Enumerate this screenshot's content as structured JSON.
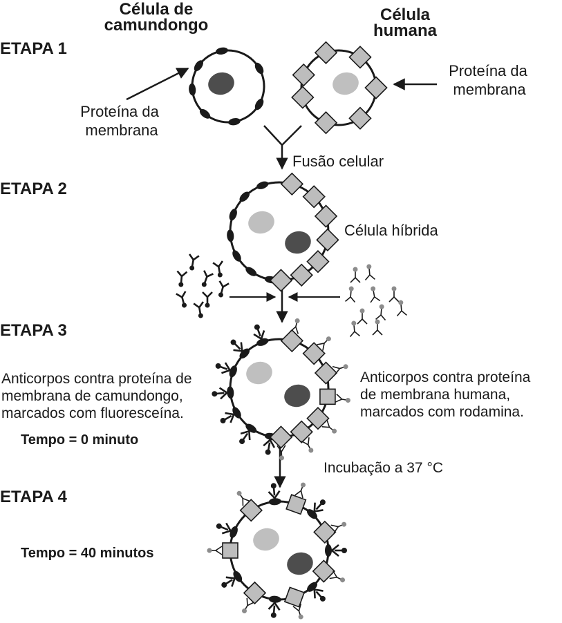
{
  "cells": {
    "mouse_title_line1": "Célula de",
    "mouse_title_line2": "camundongo",
    "human_title_line1": "Célula",
    "human_title_line2": "humana",
    "hybrid_label": "Célula híbrida"
  },
  "stages": {
    "stage1": "ETAPA 1",
    "stage2": "ETAPA 2",
    "stage3": "ETAPA 3",
    "stage4": "ETAPA 4"
  },
  "labels": {
    "membrane_protein_left_line1": "Proteína da",
    "membrane_protein_left_line2": "membrana",
    "membrane_protein_right_line1": "Proteína da",
    "membrane_protein_right_line2": "membrana",
    "cell_fusion": "Fusão celular",
    "incubation": "Incubação a 37 °C"
  },
  "antibodies": {
    "mouse_line1": "Anticorpos contra proteína de",
    "mouse_line2": "membrana de camundongo,",
    "mouse_line3": "marcados com fluoresceína.",
    "human_line1": "Anticorpos contra proteína",
    "human_line2": "de membrana humana,",
    "human_line3": "marcados com rodamina."
  },
  "times": {
    "t0": "Tempo = 0 minuto",
    "t40": "Tempo = 40 minutos"
  },
  "colors": {
    "outline": "#1a1a1a",
    "dark_nucleus": "#4d4d4d",
    "light_nucleus": "#bfbfbf",
    "human_protein": "#bdbdbd",
    "rhodamine_tag": "#8c8c8c"
  }
}
